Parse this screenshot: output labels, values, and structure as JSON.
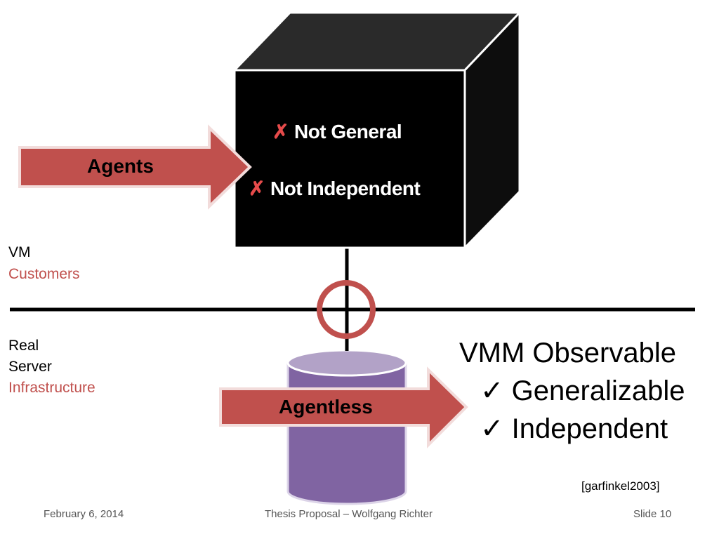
{
  "diagram": {
    "cube": {
      "items": [
        {
          "mark": "✗",
          "label": "Not General"
        },
        {
          "mark": "✗",
          "label": "Not Independent"
        }
      ]
    },
    "arrow_agents": {
      "label": "Agents"
    },
    "arrow_agentless": {
      "label": "Agentless"
    },
    "vm": {
      "label": "VM",
      "sublabel": "Customers"
    },
    "real": {
      "line1": "Real",
      "line2": "Server",
      "line3": "Infrastructure"
    },
    "vmm": {
      "title": "VMM Observable",
      "items": [
        {
          "mark": "✓",
          "label": "Generalizable"
        },
        {
          "mark": "✓",
          "label": "Independent"
        }
      ]
    },
    "citation": "[garfinkel2003]"
  },
  "footer": {
    "date": "February 6, 2014",
    "center": "Thesis Proposal – Wolfgang Richter",
    "slide": "Slide 10"
  },
  "colors": {
    "arrow_fill": "#c0504d",
    "arrow_border": "#f2dcdb",
    "accent_text": "#c0504d",
    "cylinder_body": "#8064a2",
    "cylinder_top": "#b2a2c7",
    "cube_front": "#000000",
    "cube_side": "#0d0d0d",
    "ring": "#c0504d"
  }
}
